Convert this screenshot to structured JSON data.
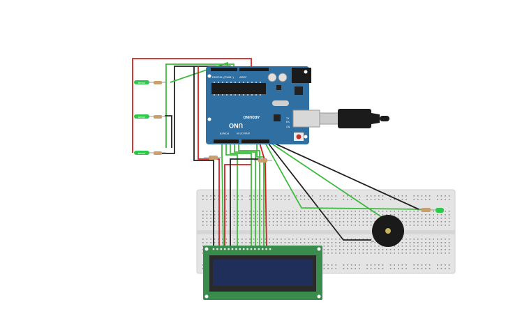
{
  "arduino": {
    "model": "UNO",
    "brand": "ARDUINO",
    "label_top_left": "DIGITAL (PWM~)",
    "label_top_right": "AREF",
    "label_power": "POWER",
    "label_analog": "ANALOG IN",
    "label_tx": "TX",
    "label_rx": "RX",
    "label_on": "ON"
  },
  "sensors": [
    {
      "label": "sensor"
    },
    {
      "label": "sensor"
    },
    {
      "label": "sensor"
    }
  ],
  "colors": {
    "board": "#2f6fa1",
    "breadboard": "#e4e4e4",
    "lcd_pcb": "#3a8c4d",
    "lcd_screen": "#1f2f5a",
    "wire_red": "#d42020",
    "wire_green": "#3dbb3d",
    "wire_black": "#222222",
    "led_green": "#2ec84a",
    "buzzer": "#1a1a1a"
  },
  "icons": {
    "usb": "usb-cable-icon",
    "buzzer": "piezo-buzzer-icon",
    "led": "led-icon"
  }
}
